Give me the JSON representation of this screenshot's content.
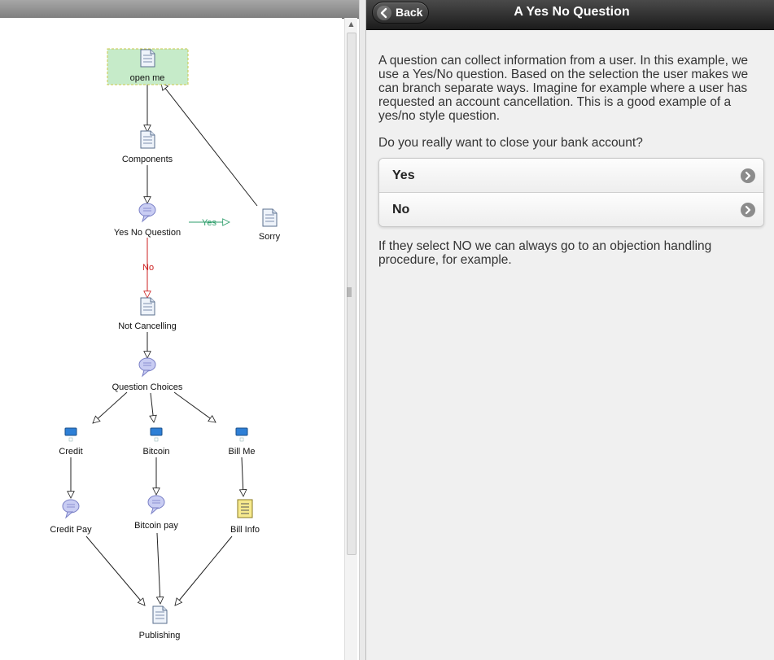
{
  "designer": {
    "nodes": {
      "open_me": "open me",
      "components": "Components",
      "yes_no_question": "Yes No Question",
      "sorry": "Sorry",
      "not_cancelling": "Not Cancelling",
      "question_choices": "Question Choices",
      "credit": "Credit",
      "bitcoin": "Bitcoin",
      "bill_me": "Bill Me",
      "credit_pay": "Credit Pay",
      "bitcoin_pay": "Bitcoin pay",
      "bill_info": "Bill Info",
      "publishing": "Publishing"
    },
    "edge_labels": {
      "yes": "Yes",
      "no": "No"
    },
    "colors": {
      "selected_fill": "#c6ebc9",
      "selected_border": "#c9c94a",
      "yes_edge": "#2e9e6b",
      "no_edge": "#cc2222"
    }
  },
  "preview": {
    "back_label": "Back",
    "title": "A Yes No Question",
    "intro": "A question can collect information from a user. In this example, we use a Yes/No question. Based on the selection the user makes we can branch separate ways. Imagine for example where a user has requested an account cancellation. This is a good example of a yes/no style question.",
    "question": "Do you really want to close your bank account?",
    "choices": [
      {
        "label": "Yes",
        "icon": "chevron-right-icon"
      },
      {
        "label": "No",
        "icon": "chevron-right-icon"
      }
    ],
    "outro": " If they select NO we can always go to an objection handling procedure, for example."
  }
}
